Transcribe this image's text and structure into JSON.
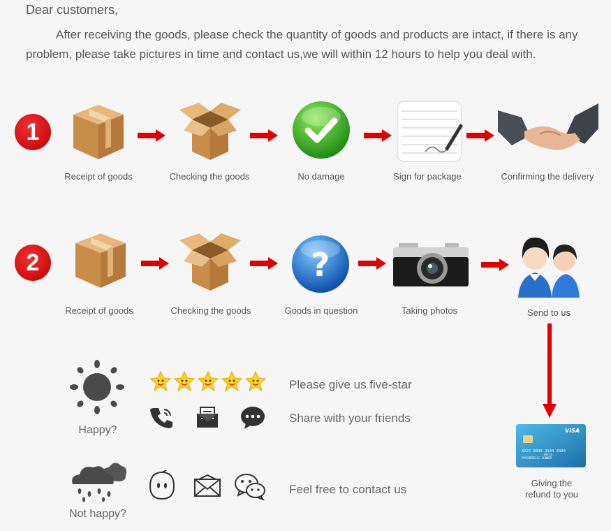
{
  "greeting": "Dear customers,",
  "intro": {
    "line1": "After receiving the goods, please check the quantity of goods and products are intact, if there is any",
    "line2": "problem, please take pictures in time and contact us,we will within 12 hours to help you deal with."
  },
  "row1": {
    "number": "1",
    "steps": [
      "Receipt of goods",
      "Checking the goods",
      "No damage",
      "Sign for package",
      "Confirming the delivery"
    ]
  },
  "row2": {
    "number": "2",
    "steps": [
      "Receipt of goods",
      "Checking the goods",
      "Goods in question",
      "Taking photos",
      "Send to us"
    ]
  },
  "refund": {
    "line1": "Giving the",
    "line2": "refund to you",
    "card_brand": "VISA",
    "card_number": "6227 0038 3544 0300",
    "card_name": "PSYCHEDELIC GUNNER",
    "card_exp": "08/16"
  },
  "happy": {
    "label": "Happy?",
    "line1": "Please give us five-star",
    "line2": "Share with your friends"
  },
  "unhappy": {
    "label": "Not happy?",
    "line1": "Feel free to contact us"
  },
  "colors": {
    "accent": "#e00000",
    "text": "#555555",
    "background": "#f6f6f6"
  }
}
